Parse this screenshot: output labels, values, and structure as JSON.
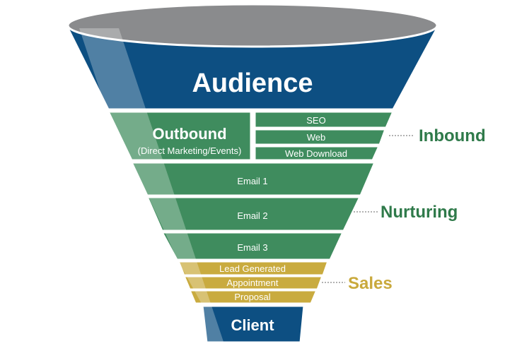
{
  "funnel": {
    "audience": "Audience",
    "outbound": {
      "title": "Outbound",
      "subtitle": "(Direct Marketing/Events)"
    },
    "inbound_items": [
      "SEO",
      "Web",
      "Web Download"
    ],
    "nurturing_items": [
      "Email 1",
      "Email 2",
      "Email 3"
    ],
    "sales_items": [
      "Lead Generated",
      "Appointment",
      "Proposal"
    ],
    "client": "Client"
  },
  "side_labels": {
    "inbound": "Inbound",
    "nurturing": "Nurturing",
    "sales": "Sales"
  },
  "colors": {
    "rim": "#8a8b8d",
    "blue": "#0d4f82",
    "green": "#3f8c5e",
    "gold": "#c9ab3f",
    "inbound_label": "#2f7a4a",
    "nurturing_label": "#2f7a4a",
    "sales_label": "#c9a93c",
    "highlight": "rgba(255,255,255,0.28)"
  }
}
